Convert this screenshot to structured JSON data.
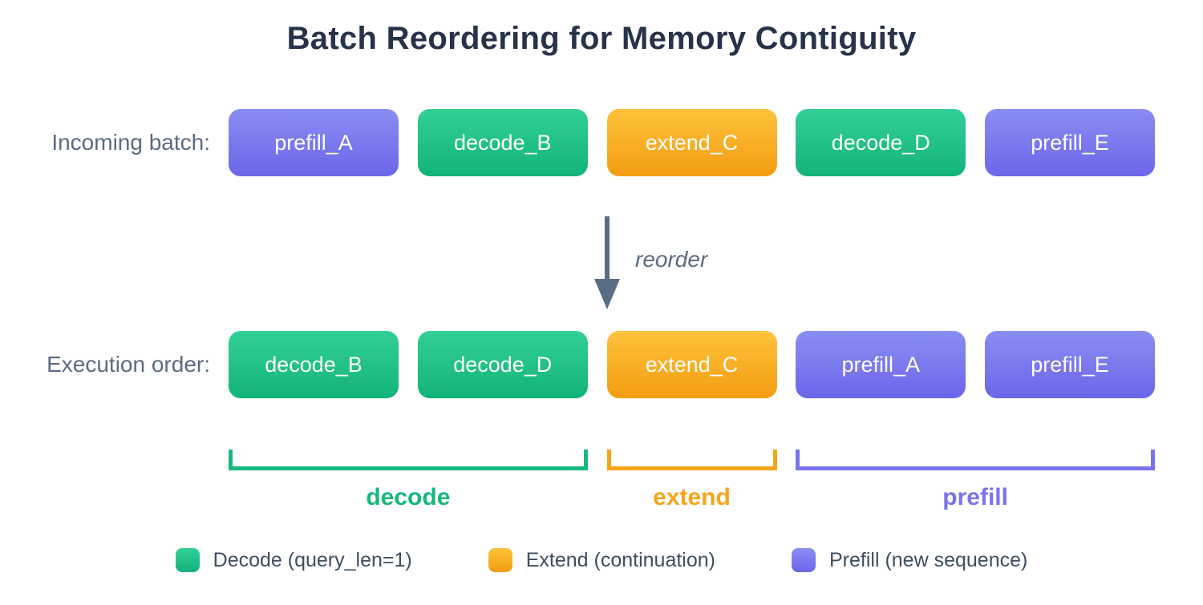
{
  "title": "Batch Reordering for Memory Contiguity",
  "rows": {
    "incoming": {
      "label": "Incoming batch:",
      "boxes": [
        {
          "label": "prefill_A",
          "type": "prefill"
        },
        {
          "label": "decode_B",
          "type": "decode"
        },
        {
          "label": "extend_C",
          "type": "extend"
        },
        {
          "label": "decode_D",
          "type": "decode"
        },
        {
          "label": "prefill_E",
          "type": "prefill"
        }
      ]
    },
    "execution": {
      "label": "Execution order:",
      "boxes": [
        {
          "label": "decode_B",
          "type": "decode"
        },
        {
          "label": "decode_D",
          "type": "decode"
        },
        {
          "label": "extend_C",
          "type": "extend"
        },
        {
          "label": "prefill_A",
          "type": "prefill"
        },
        {
          "label": "prefill_E",
          "type": "prefill"
        }
      ]
    }
  },
  "arrow": {
    "label": "reorder"
  },
  "groups": [
    {
      "label": "decode",
      "type": "decode"
    },
    {
      "label": "extend",
      "type": "extend"
    },
    {
      "label": "prefill",
      "type": "prefill"
    }
  ],
  "legend": [
    {
      "label": "Decode (query_len=1)",
      "type": "decode"
    },
    {
      "label": "Extend (continuation)",
      "type": "extend"
    },
    {
      "label": "Prefill (new sequence)",
      "type": "prefill"
    }
  ],
  "colors": {
    "decode": "#12b379",
    "extend": "#f39d12",
    "prefill": "#6c66ea",
    "title_text": "#263349",
    "muted_text": "#5b6b82",
    "legend_text": "#3e4e63",
    "arrow": "#5b6d84"
  }
}
